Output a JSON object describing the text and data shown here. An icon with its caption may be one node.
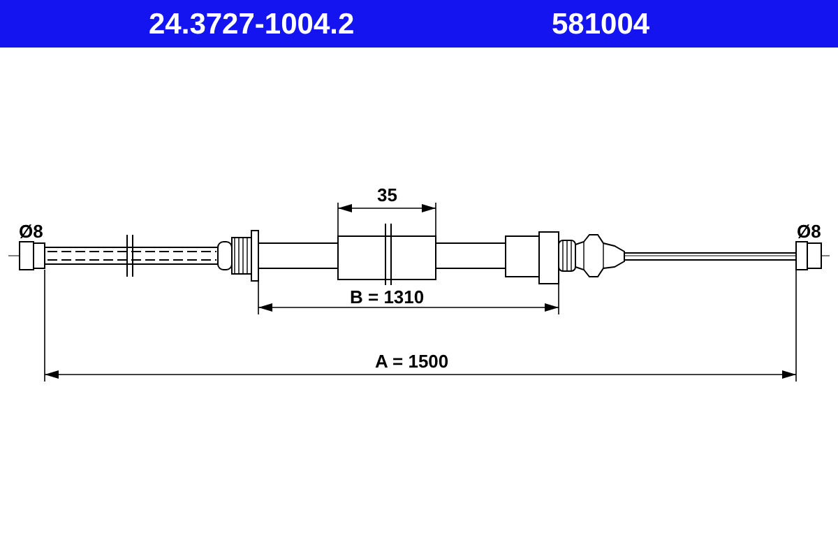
{
  "diagram": {
    "labels": [
      "24.3727-1004.2",
      "581004",
      "35",
      "Ø8",
      "Ø8",
      "B = 1310",
      "A = 1500"
    ]
  }
}
